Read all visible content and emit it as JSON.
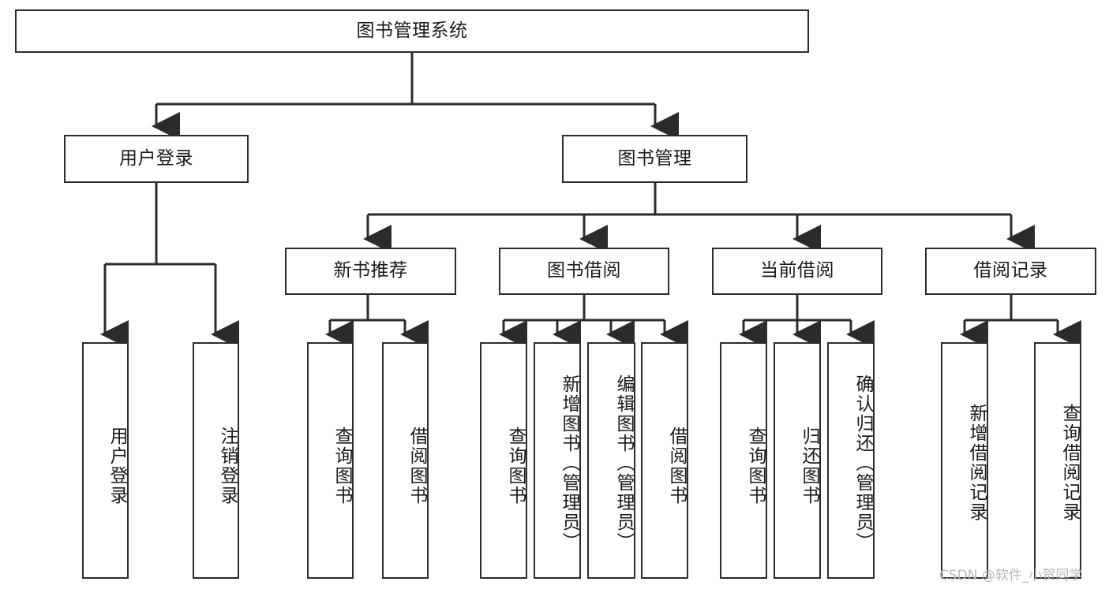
{
  "diagram": {
    "type": "tree-hierarchy",
    "title": "图书管理系统",
    "root": {
      "label": "图书管理系统"
    },
    "level2": [
      {
        "label": "用户登录"
      },
      {
        "label": "图书管理"
      }
    ],
    "level3": [
      {
        "label": "新书推荐"
      },
      {
        "label": "图书借阅"
      },
      {
        "label": "当前借阅"
      },
      {
        "label": "借阅记录"
      }
    ],
    "leaves": {
      "user_login": [
        {
          "label": "用户登录"
        },
        {
          "label": "注销登录"
        }
      ],
      "new_book_recommend": [
        {
          "label": "查询图书"
        },
        {
          "label": "借阅图书"
        }
      ],
      "book_borrow": [
        {
          "label": "查询图书"
        },
        {
          "label": "新增图书（管理员）"
        },
        {
          "label": "编辑图书（管理员）"
        },
        {
          "label": "借阅图书"
        }
      ],
      "current_borrow": [
        {
          "label": "查询图书"
        },
        {
          "label": "归还图书"
        },
        {
          "label": "确认归还（管理员）"
        }
      ],
      "borrow_records": [
        {
          "label": "新增借阅记录"
        },
        {
          "label": "查询借阅记录"
        }
      ]
    }
  },
  "watermark": {
    "text": "CSDN @软件_小贺同学"
  },
  "colors": {
    "stroke": "#2b2b2b",
    "fill": "#ffffff",
    "text": "#1a1a1a",
    "watermark": "#b9b9b9"
  }
}
